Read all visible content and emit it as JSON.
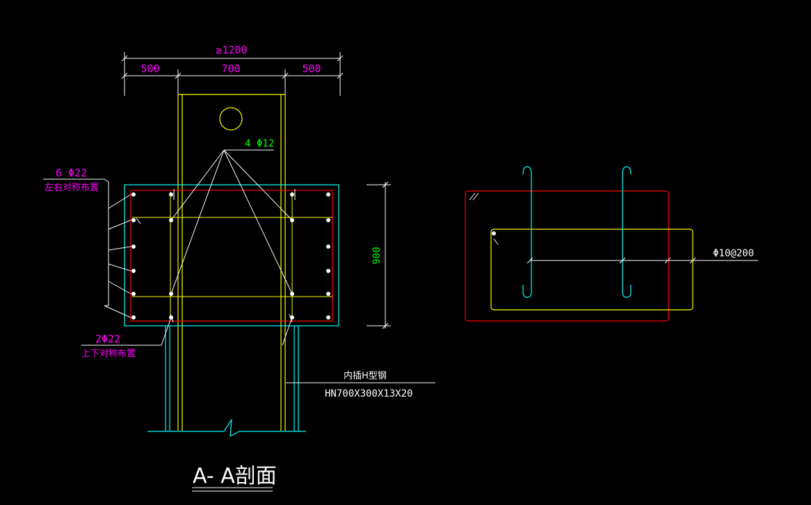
{
  "drawing": {
    "section_title": "A- A剖面",
    "dimensions": {
      "overall": "≥1200",
      "left": "500",
      "middle": "700",
      "right": "500",
      "height": "900"
    },
    "callouts": {
      "side_bars_count": "6 Φ22",
      "side_bars_note": "左右对称布置",
      "tb_bars_count": "2Φ22",
      "tb_bars_note": "上下对称布置",
      "small_bars": "4 Φ12",
      "steel_name": "内插H型钢",
      "steel_size": "HN700X300X13X20",
      "stirrup": "Φ10@200"
    }
  },
  "colors": {
    "background": "#000000",
    "dimension": "#ff00ff",
    "steel": "#ffff00",
    "concrete": "#00ffff",
    "rebar": "#ff0000",
    "leader": "#ffffff",
    "height_dim": "#00ff00"
  }
}
